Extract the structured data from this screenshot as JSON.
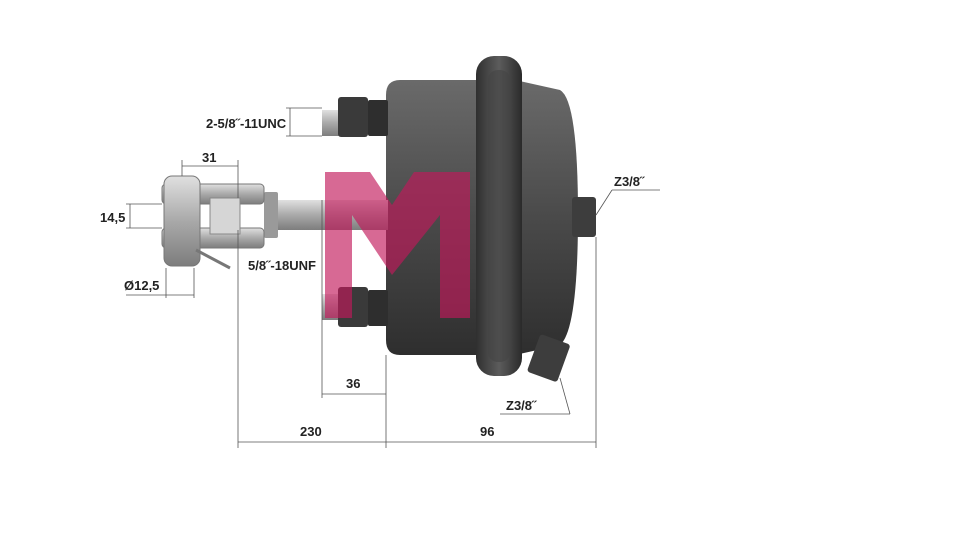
{
  "dimensions": {
    "thread_stud": "2-5/8˝-11UNC",
    "clevis_opening": "31",
    "clevis_gap": "14,5",
    "pin_diameter": "Ø12,5",
    "rod_thread": "5/8˝-18UNF",
    "stud_offset": "36",
    "rod_length": "230",
    "body_depth": "96",
    "port_rear": "Z3/8˝",
    "port_bottom": "Z3/8˝"
  },
  "colors": {
    "body_dark": "#3b3b3b",
    "body_mid": "#5a5a5a",
    "ring": "#4a4a4a",
    "metal_light": "#bdbdbd",
    "watermark": "#c2185b"
  },
  "watermark_icon": "brand-logo-watermark"
}
